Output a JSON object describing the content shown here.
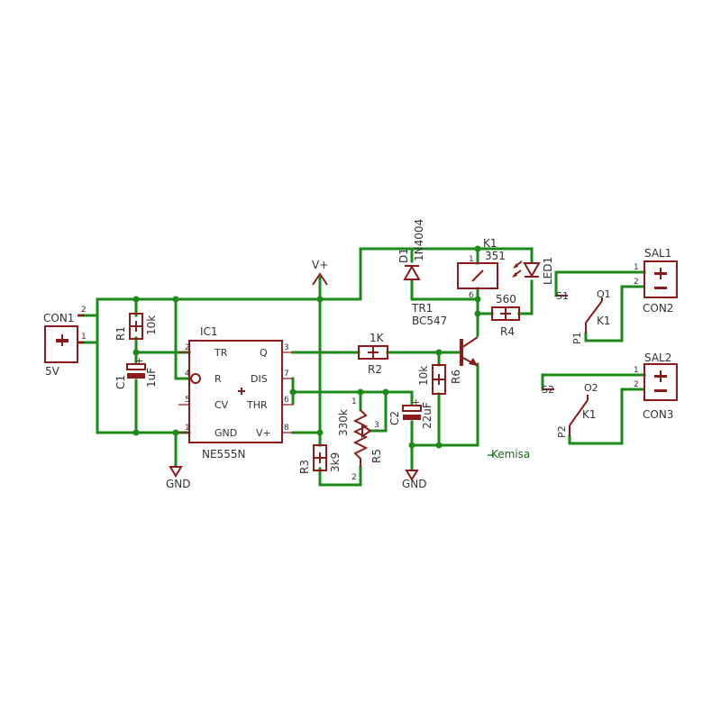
{
  "colors": {
    "wire": "#1a8a1a",
    "part": "#8b1a1a",
    "text": "#333333"
  },
  "labels": {
    "con1": "CON1",
    "con1_value": "5V",
    "r1": "R1",
    "r1_value": "10k",
    "c1": "C1",
    "c1_value": "1uF",
    "ic1": "IC1",
    "ic1_value": "NE555N",
    "ic_pins": {
      "tr": "TR",
      "q": "Q",
      "r": "R",
      "dis": "DIS",
      "cv": "CV",
      "thr": "THR",
      "gnd": "GND",
      "vplus": "V+"
    },
    "ic_pin_numbers": {
      "tr": "2",
      "q": "3",
      "r": "4",
      "dis": "7",
      "cv": "5",
      "thr": "6",
      "gnd": "1",
      "vplus": "8"
    },
    "gnd1": "GND",
    "gnd2": "GND",
    "vplus": "V+",
    "r2": "R2",
    "r2_value": "1K",
    "r3": "R3",
    "r3_value": "3k9",
    "r5": "R5",
    "r5_value": "330k",
    "r5_pins": {
      "p1": "1",
      "p2": "2",
      "p3": "3"
    },
    "c2": "C2",
    "c2_value": "22uF",
    "r6": "R6",
    "r6_value": "10k",
    "d1": "D1",
    "d1_value": "1N4004",
    "k1": "K1",
    "k1_value": "351",
    "k1_pins": {
      "p1": "1",
      "p6": "6"
    },
    "tr1": "TR1",
    "tr1_value": "BC547",
    "r4": "R4",
    "r4_value": "560",
    "led1": "LED1",
    "sal1": "SAL1",
    "con2": "CON2",
    "sal2": "SAL2",
    "con3": "CON3",
    "p1": "P1",
    "s1": "S1",
    "o1": "O1",
    "k1_contact1": "K1",
    "p2": "P2",
    "s2": "S2",
    "o2": "O2",
    "k1_contact2": "K1",
    "con_pins": {
      "p1": "1",
      "p2": "2"
    },
    "signature": "Kemisa"
  }
}
